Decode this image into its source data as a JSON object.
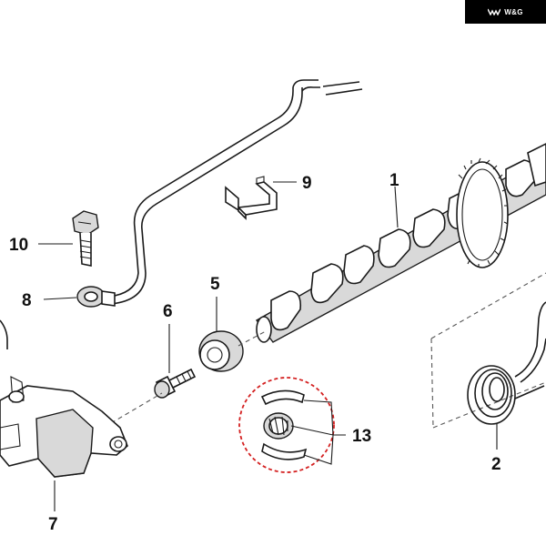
{
  "brand": {
    "logo_text": "W&G",
    "logo_icon": "wolf-icon"
  },
  "parts": {
    "p1": "1",
    "p2": "2",
    "p5": "5",
    "p6": "6",
    "p7": "7",
    "p8": "8",
    "p9": "9",
    "p10": "10",
    "p13": "13"
  },
  "colors": {
    "highlight_circle": "#d42020",
    "line": "#1a1a1a",
    "badge_background": "#000000"
  }
}
